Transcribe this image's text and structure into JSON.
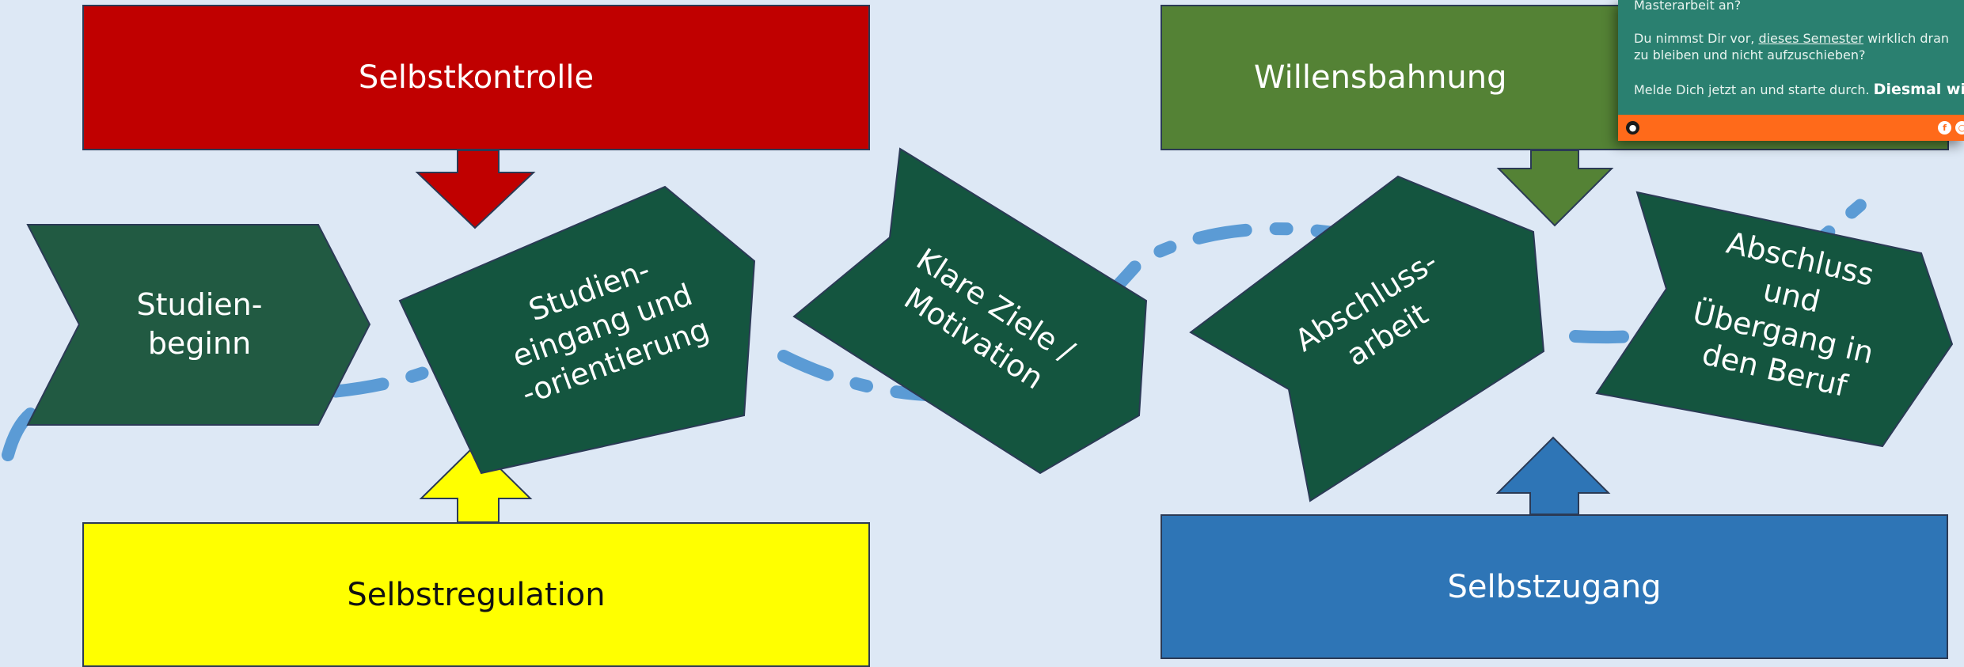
{
  "colors": {
    "background": "#dde8f5",
    "arrow_fill": "#14553f",
    "arrow_dark": "#215a42",
    "selbstkontrolle": "#c00000",
    "selbstregulation": "#ffff00",
    "willensbahnung": "#548235",
    "selbstzugang": "#2e75b6",
    "path_line": "#5b9bd5",
    "popup_bg": "#2a8070",
    "popup_bar": "#ff6a1a"
  },
  "top_boxes": {
    "selbstkontrolle": "Selbstkontrolle",
    "willensbahnung": "Willensbahnung"
  },
  "bottom_boxes": {
    "selbstregulation": "Selbstregulation",
    "selbstzugang": "Selbstzugang"
  },
  "stages": {
    "studienbeginn": [
      "Studien-",
      "beginn"
    ],
    "studieneingang": [
      "Studien-",
      "eingang und",
      "-orientierung"
    ],
    "klare_ziele": [
      "Klare Ziele /",
      "Motivation"
    ],
    "abschlussarbeit": [
      "Abschluss-",
      "arbeit"
    ],
    "abschluss_uebergang": [
      "Abschluss",
      "und",
      "Übergang in",
      "den Beruf"
    ]
  },
  "popup": {
    "line1": "Masterarbeit an?",
    "line2_prefix": "Du nimmst Dir vor, ",
    "line2_link": "dieses Semester",
    "line2_suffix": " wirklich dran zu bleiben und nicht aufzuschieben?",
    "line3_prefix": "Melde Dich jetzt an und starte durch. ",
    "line3_bold": "Diesmal wirklich",
    "bar_left_icon": "person-icon",
    "bar_right_icons": [
      "facebook-icon",
      "instagram-icon"
    ]
  }
}
